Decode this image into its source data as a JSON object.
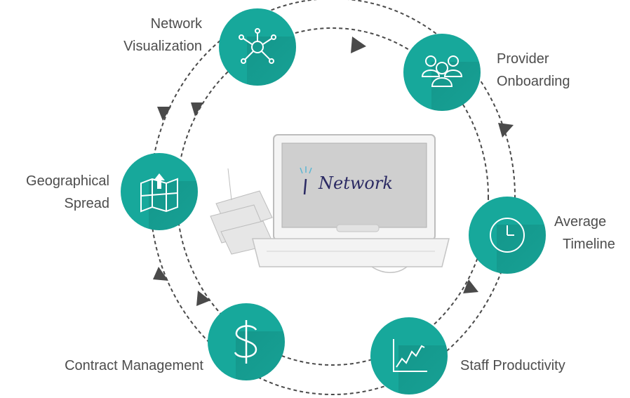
{
  "diagram": {
    "nodes": [
      {
        "id": "network-visualization",
        "label_lines": [
          "Network",
          "Visualization"
        ],
        "icon": "network-icon"
      },
      {
        "id": "provider-onboarding",
        "label_lines": [
          "Provider",
          "Onboarding"
        ],
        "icon": "people-group-icon"
      },
      {
        "id": "average-timeline",
        "label_lines": [
          "Average",
          "Timeline"
        ],
        "icon": "clock-icon"
      },
      {
        "id": "staff-productivity",
        "label_lines": [
          "Staff Productivity"
        ],
        "icon": "line-chart-icon"
      },
      {
        "id": "contract-management",
        "label_lines": [
          "Contract Management"
        ],
        "icon": "dollar-icon"
      },
      {
        "id": "geographical-spread",
        "label_lines": [
          "Geographical",
          "Spread"
        ],
        "icon": "map-upload-icon"
      }
    ],
    "center": {
      "brand_text": "Network",
      "icon": "laptop-sketch"
    }
  },
  "colors": {
    "node_fill": "#17a89b",
    "label_text": "#4d4d4d",
    "ring_stroke": "#4a4a4a",
    "brand_text": "#2b2a63",
    "brand_spark": "#5bb6d3"
  }
}
